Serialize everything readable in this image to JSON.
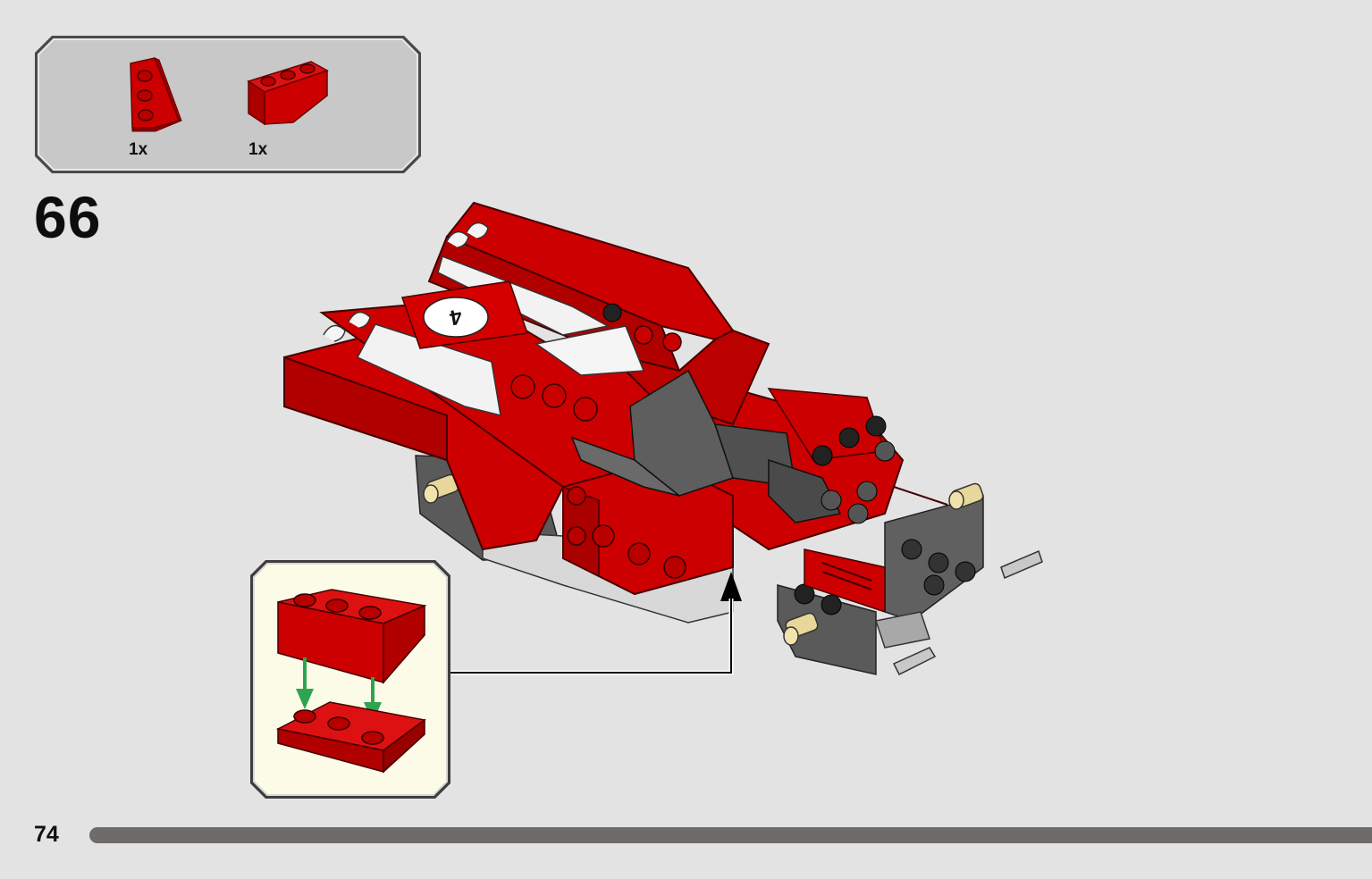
{
  "page": {
    "page_number": "74",
    "step_number": "66"
  },
  "parts_list": {
    "items": [
      {
        "name": "red-wedge-plate",
        "quantity": "1x",
        "color": "#cc0000"
      },
      {
        "name": "red-wedge-brick",
        "quantity": "1x",
        "color": "#cc0000"
      }
    ]
  },
  "colors": {
    "background": "#e3e3e3",
    "brick_red": "#cc0000",
    "dark_gray": "#5a5a5a",
    "callout_background": "#fbfbe8",
    "arrow_green": "#2ea44f",
    "progress_bar": "#6e6c6a"
  },
  "icons": {
    "assembly_arrow": "green-down-arrow",
    "pointer_arrow": "black-up-arrow"
  }
}
